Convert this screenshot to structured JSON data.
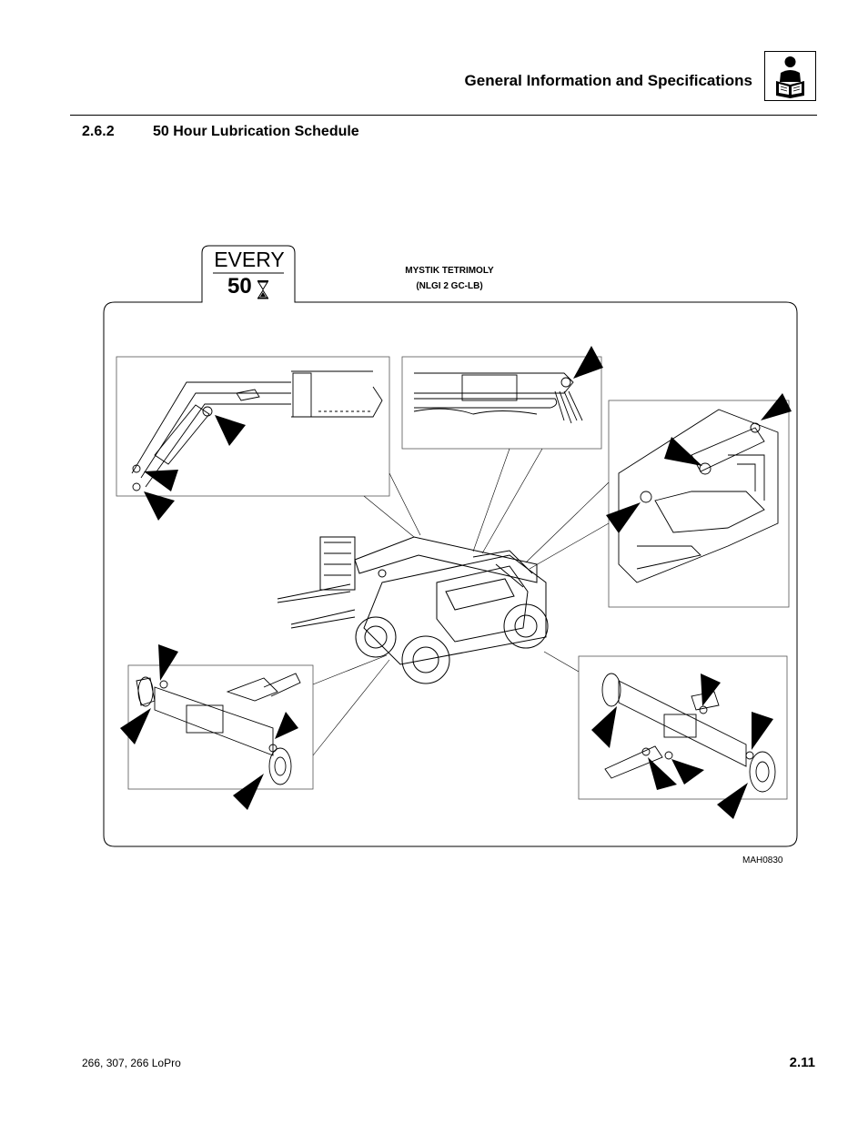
{
  "header": {
    "title": "General Information and Specifications",
    "icon": "read-manual-icon"
  },
  "section": {
    "number": "2.6.2",
    "title": "50 Hour Lubrication Schedule"
  },
  "figure": {
    "interval_label": "EVERY",
    "interval_hours": "50",
    "interval_icon": "hourglass-icon",
    "lubricant_line1": "MYSTIK TETRIMOLY",
    "lubricant_line2": "(NLGI 2 GC-LB)",
    "code": "MAH0830"
  },
  "footer": {
    "models": "266, 307, 266 LoPro",
    "page": "2.11"
  }
}
